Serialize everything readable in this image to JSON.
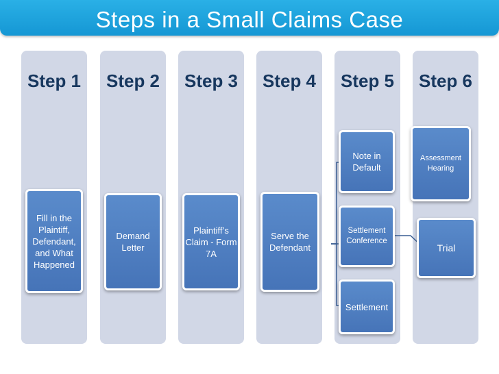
{
  "title": "Steps in a Small Claims Case",
  "steps": [
    {
      "label": "Step 1"
    },
    {
      "label": "Step 2"
    },
    {
      "label": "Step 3"
    },
    {
      "label": "Step 4"
    },
    {
      "label": "Step 5"
    },
    {
      "label": "Step 6"
    }
  ],
  "boxes": {
    "fill_in": "Fill in the Plaintiff, Defendant, and What Happened",
    "demand": "Demand Letter",
    "claim": "Plaintiff’s Claim - Form 7A",
    "serve": "Serve the Defendant",
    "note_default": "Note in Default",
    "settlement_conf": "Settlement Conference",
    "settlement": "Settlement",
    "assessment": "Assessment Hearing",
    "trial": "Trial"
  },
  "colors": {
    "title_bar": "#1fa3dd",
    "column": "#d1d7e6",
    "box": "#4f81bd",
    "step_text": "#17375e"
  }
}
